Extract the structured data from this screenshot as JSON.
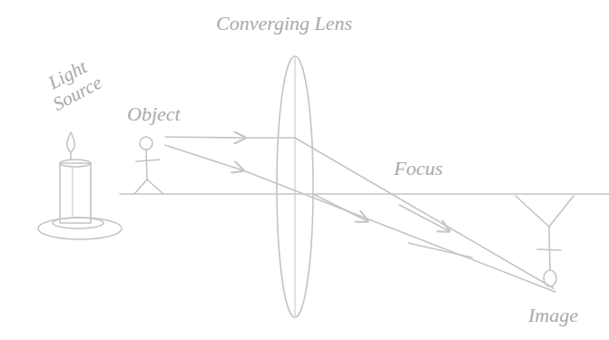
{
  "diagram": {
    "labels": [
      "Light Source",
      "Object",
      "Converging Lens",
      "Focus",
      "Image"
    ]
  }
}
